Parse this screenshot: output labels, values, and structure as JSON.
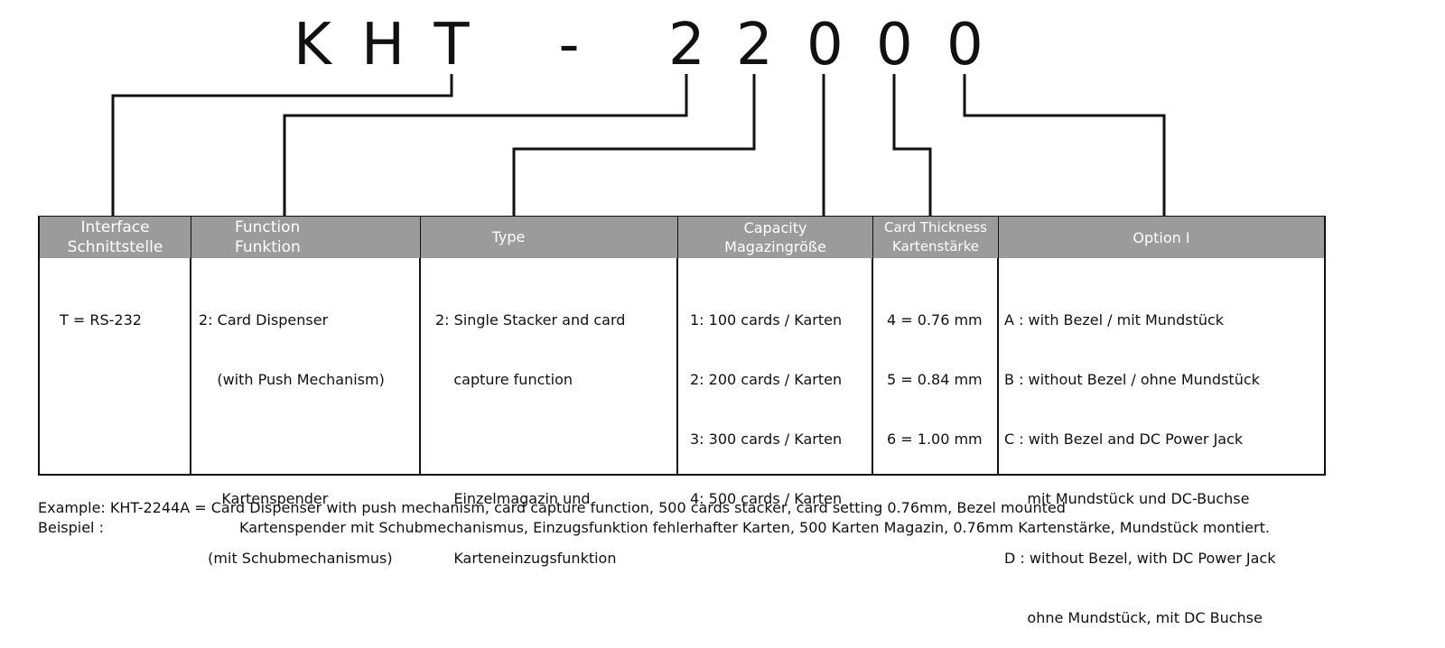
{
  "code": [
    "K",
    "H",
    "T",
    "-",
    "2",
    "2",
    "0",
    "0",
    "0"
  ],
  "columns": [
    {
      "header": [
        "Interface",
        "Schnittstelle"
      ],
      "lines": [
        "T = RS-232"
      ]
    },
    {
      "header": [
        "Function",
        "Funktion"
      ],
      "lines": [
        "2: Card Dispenser",
        "    (with Push Mechanism)",
        "",
        "     Kartenspender",
        "  (mit Schubmechanismus)"
      ]
    },
    {
      "header": [
        "Type"
      ],
      "lines": [
        "2: Single Stacker and card",
        "    capture function",
        "",
        "    Einzelmagazin und",
        "    Karteneinzugsfunktion"
      ]
    },
    {
      "header": [
        "Capacity",
        "Magazingröße"
      ],
      "lines": [
        "1: 100 cards / Karten",
        "2: 200 cards / Karten",
        "3: 300 cards / Karten",
        "4: 500 cards / Karten"
      ]
    },
    {
      "header": [
        "Card Thickness",
        "Kartenstärke"
      ],
      "lines": [
        "4 = 0.76 mm",
        "5 = 0.84 mm",
        "6 = 1.00 mm"
      ]
    },
    {
      "header": [
        "Option I"
      ],
      "lines": [
        "A : with Bezel / mit Mundstück",
        "B : without Bezel / ohne Mundstück",
        "C : with Bezel and DC Power Jack",
        "     mit Mundstück und DC-Buchse",
        "D : without Bezel, with DC Power Jack",
        "     ohne Mundstück, mit DC Buchse"
      ]
    }
  ],
  "example": {
    "line1": "Example: KHT-2244A = Card Dispenser with push mechanism, card capture function, 500 cards stacker, card setting 0.76mm, Bezel mounted",
    "line2_label": "Beispiel :",
    "line2_text": "Kartenspender mit Schubmechanismus, Einzugsfunktion fehlerhafter Karten, 500 Karten Magazin, 0.76mm Kartenstärke, Mundstück montiert."
  }
}
